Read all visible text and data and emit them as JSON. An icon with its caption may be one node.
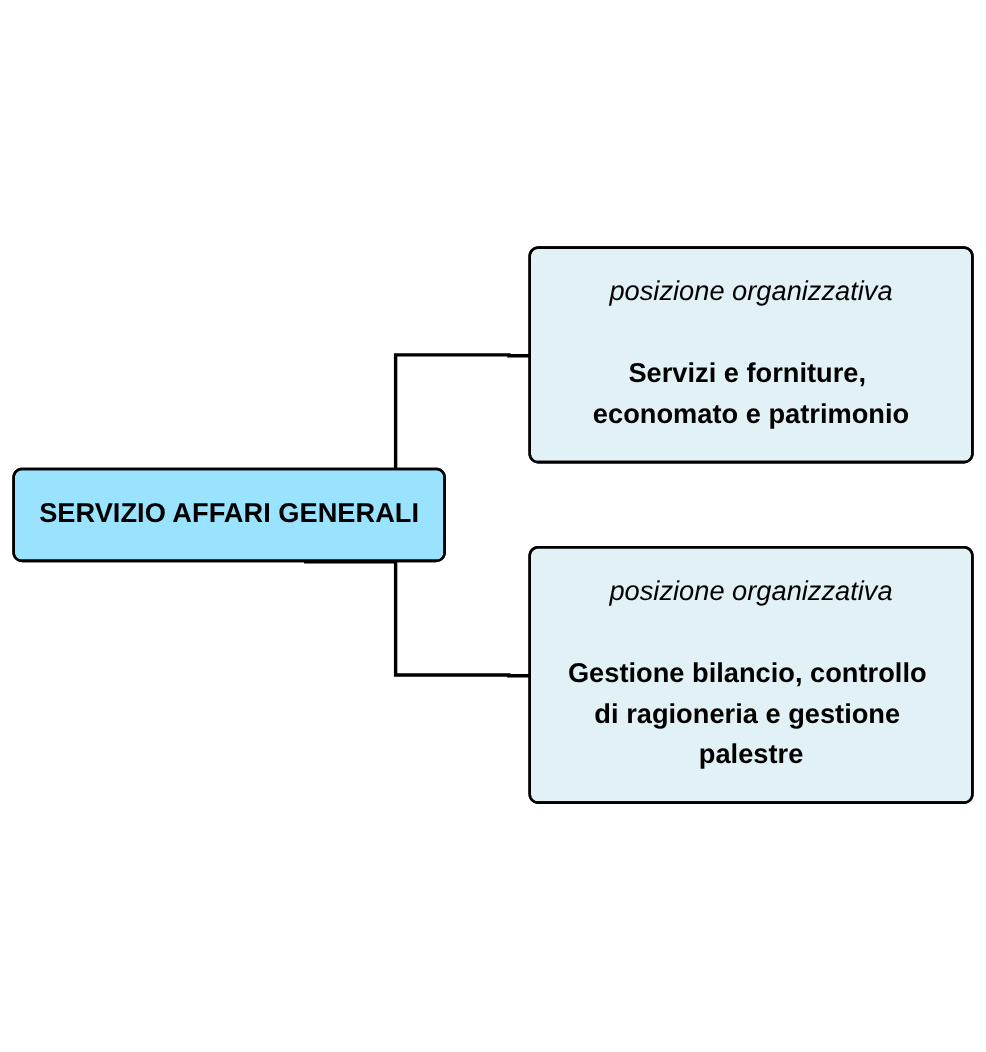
{
  "diagram": {
    "nodes": [
      {
        "text": [
          "SERVIZIO AFFARI GENERALI"
        ]
      },
      {
        "text": [
          "posizione organizzativa",
          "Servizi e forniture, economato e patrimonio"
        ]
      },
      {
        "text": [
          "posizione organizzativa",
          "Gestione bilancio, controllo di ragioneria e gestione palestre"
        ]
      }
    ],
    "edges": [
      {
        "from": 0,
        "to": 1,
        "arrow": "none"
      },
      {
        "from": 0,
        "to": 2,
        "arrow": "none"
      }
    ]
  }
}
